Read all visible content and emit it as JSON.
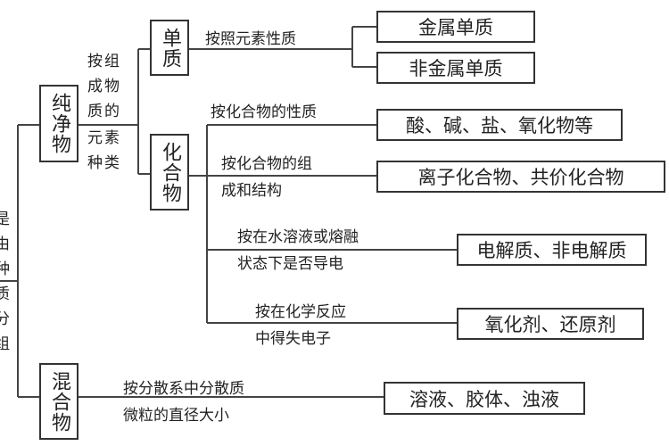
{
  "root_label": "是由种质分组",
  "pure": {
    "title": "纯净物",
    "criterion_top": "按组成物质的",
    "criterion_bottom": "元素种类",
    "element": {
      "title": "单质",
      "criterion": "按照元素性质",
      "classes": [
        "金属单质",
        "非金属单质"
      ]
    },
    "compound": {
      "title": "化合物",
      "branches": [
        {
          "criterion_1": "按化合物的性质",
          "criterion_2": "",
          "result": "酸、碱、盐、氧化物等"
        },
        {
          "criterion_1": "按化合物的组",
          "criterion_2": "成和结构",
          "result": "离子化合物、共价化合物"
        },
        {
          "criterion_1": "按在水溶液或熔融",
          "criterion_2": "状态下是否导电",
          "result": "电解质、非电解质"
        },
        {
          "criterion_1": "按在化学反应",
          "criterion_2": "中得失电子",
          "result": "氧化剂、还原剂"
        }
      ]
    }
  },
  "mixture": {
    "title": "混合物",
    "criterion_1": "按分散系中分散质",
    "criterion_2": "微粒的直径大小",
    "result": "溶液、胶体、浊液"
  }
}
